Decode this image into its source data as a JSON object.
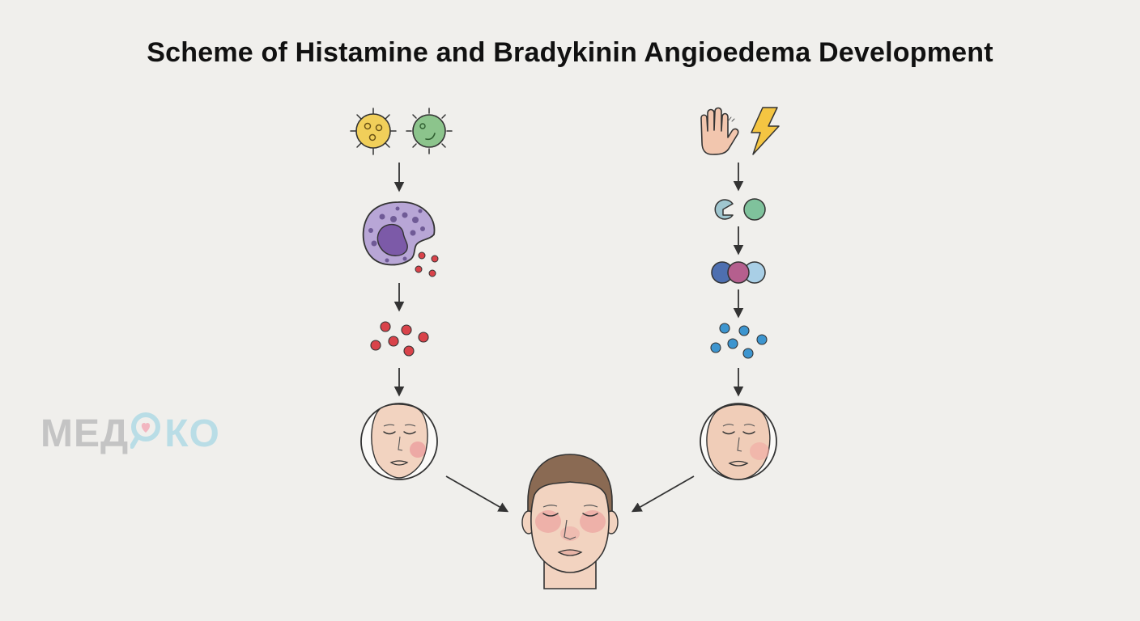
{
  "title": "Scheme of Histamine and Bradykinin Angioedema Development",
  "watermark": {
    "part1": "МЕД",
    "part2": "КО"
  },
  "colors": {
    "background": "#f0efec",
    "arrow": "#333333",
    "allergen_yellow": "#f1cf5a",
    "microbe_green": "#8cc48c",
    "mast_cell": "#b8a6d6",
    "histamine_red": "#d9434a",
    "bradykinin_blue": "#3d95cf",
    "skin": "#f2d3c0",
    "hair": "#8a6a53",
    "lightning": "#f4c542"
  },
  "icons": {
    "left_triggers": [
      "allergen-icon",
      "microbe-icon"
    ],
    "right_triggers": [
      "hand-trauma-icon",
      "lightning-icon"
    ],
    "left_steps": [
      "mast-cell-icon",
      "histamine-particles-icon",
      "histamine-face-icon"
    ],
    "right_steps": [
      "enzyme-pair-icon",
      "kinin-complex-icon",
      "bradykinin-particles-icon",
      "bradykinin-face-icon"
    ],
    "result": "angioedema-patient-icon"
  }
}
